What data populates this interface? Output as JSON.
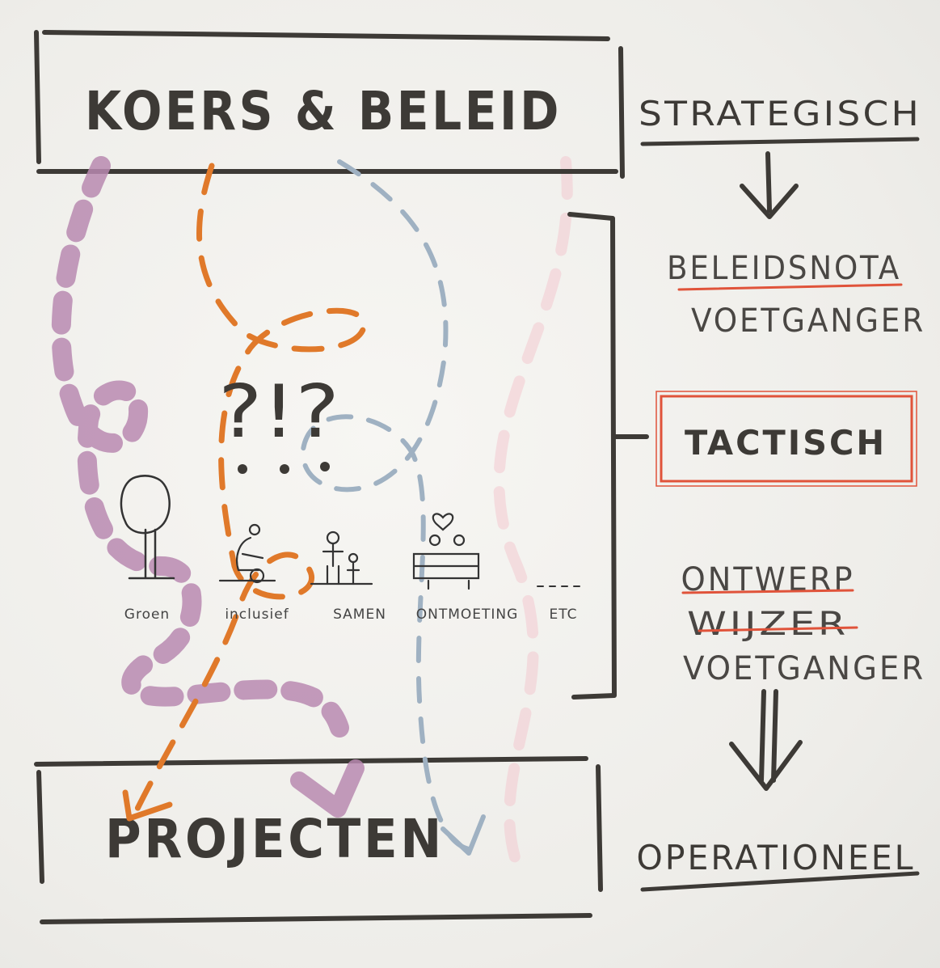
{
  "diagram": {
    "top_box": {
      "label": "KOERS & BELEID"
    },
    "bottom_box": {
      "label": "PROJECTEN"
    },
    "right_column": {
      "strategic": "STRATEGISCH",
      "policy_note_line1": "BELEIDSNOTA",
      "policy_note_line2": "VOETGANGER",
      "tactical": "TACTISCH",
      "design_guide_line1": "ONTWERP",
      "design_guide_line2": "WIJZER",
      "design_guide_line3": "VOETGANGER",
      "operational": "OPERATIONEEL"
    },
    "center_mark": "?!?",
    "themes": [
      {
        "label": "Groen",
        "icon": "tree-icon"
      },
      {
        "label": "inclusief",
        "icon": "wheelchair-user-icon"
      },
      {
        "label": "SAMEN",
        "icon": "parent-child-icon"
      },
      {
        "label": "ONTMOETING",
        "icon": "bench-with-heart-icon"
      },
      {
        "label": "ETC",
        "icon": "ellipsis-icon"
      }
    ],
    "colors": {
      "marker_black": "#3d3a36",
      "path_purple": "#b98ab0",
      "path_orange": "#e0792a",
      "path_blue": "#9fb1c2",
      "highlight_red": "#e0533a",
      "faint_pink": "#f2c9cf"
    }
  }
}
